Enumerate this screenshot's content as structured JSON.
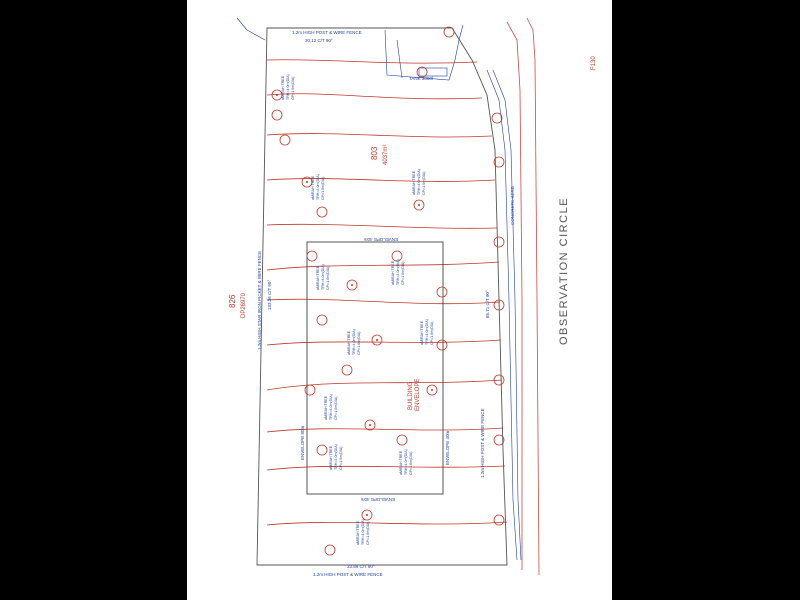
{
  "sheet": {
    "corner_note": "F130",
    "road_name": "OBSERVATION CIRCLE",
    "lot_number": "803",
    "lot_area": "4037m²",
    "adjacent_lot": "826",
    "adjacent_plan": "DP26970",
    "building_envelope": [
      "BUILDING",
      "ENVELOPE"
    ],
    "envelope_north": "ENVELOPE 40m",
    "envelope_south": "ENVELOPE 40m",
    "envelope_west": "ENVELOPE 80m",
    "envelope_east": "ENVELOPE 40m",
    "fence_top": "1.2m HIGH POST & WIRE FENCE",
    "dist_top": "30.12 C/T 90°",
    "fence_bottom": "1.2m HIGH POST & WIRE FENCE",
    "dist_bottom": "33.89 C/T 90°",
    "fence_left": "1.2m HIGH STAR IRON PICKET & WIRE FENCE",
    "dist_left": "133.36 C/T 90°",
    "fence_right": "1.2m HIGH POST & WIRE FENCE",
    "dist_right": "85.71 C/T 90°",
    "kerb_label": "CONCRETE KERB",
    "tank_label": "TANK 3000l",
    "tree_labels": [
      "aMIRAH TREE",
      "TRH=4.0m(DIA)",
      "CP=1.0m(DIA)"
    ]
  }
}
